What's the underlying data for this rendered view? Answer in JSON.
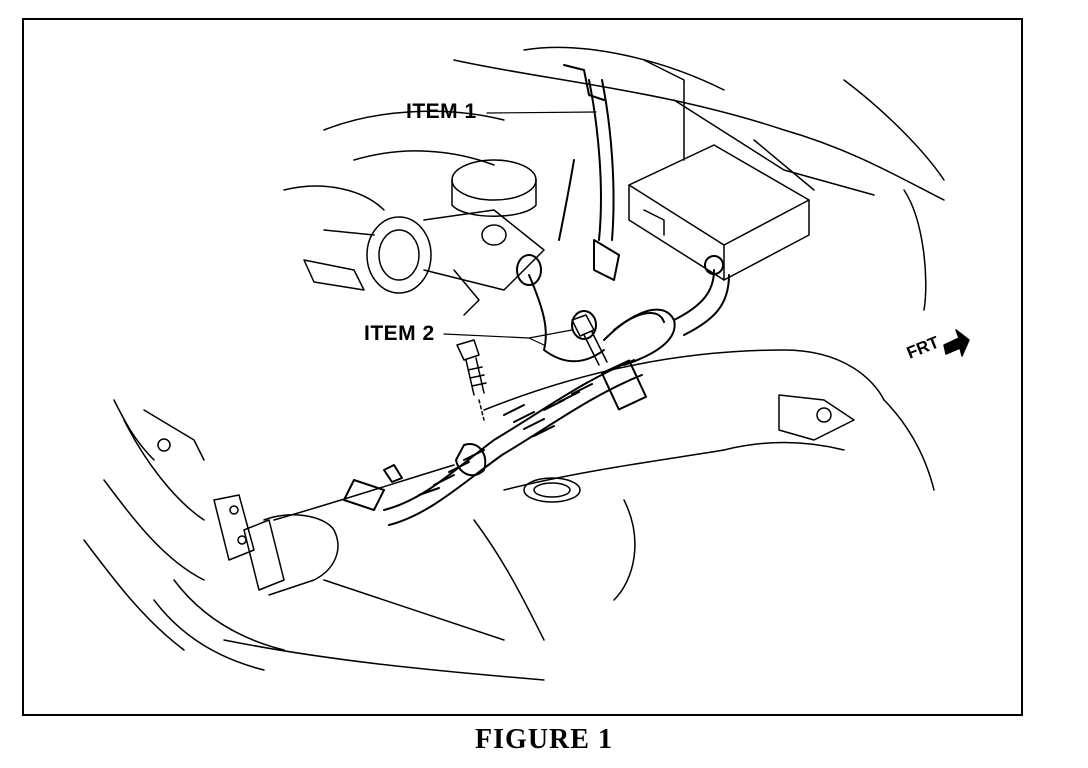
{
  "figure": {
    "callouts": {
      "item1": "ITEM 1",
      "item2": "ITEM 2",
      "front": "FRT"
    },
    "caption": "FIGURE 1"
  },
  "colors": {
    "ink": "#000000",
    "paper": "#ffffff"
  }
}
